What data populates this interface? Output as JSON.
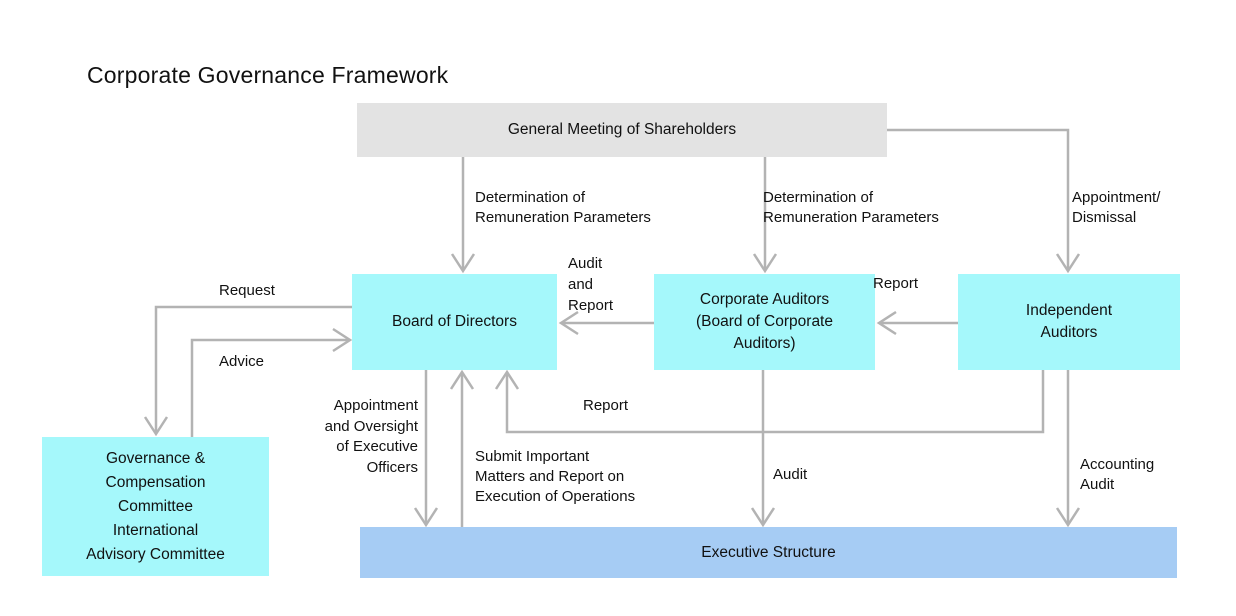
{
  "title": "Corporate Governance Framework",
  "nodes": {
    "general_meeting": {
      "label": "General Meeting of Shareholders"
    },
    "board": {
      "label": "Board of Directors"
    },
    "corporate_auditors": {
      "label": "Corporate Auditors\n(Board of Corporate\nAuditors)"
    },
    "independent_auditors": {
      "label": "Independent\nAuditors"
    },
    "governance_committee": {
      "label": "Governance &\nCompensation\nCommittee\nInternational\nAdvisory Committee"
    },
    "executive_structure": {
      "label": "Executive Structure"
    }
  },
  "edge_labels": {
    "determination_left": "Determination of\nRemuneration Parameters",
    "determination_right": "Determination of\nRemuneration Parameters",
    "appointment_dismissal": "Appointment/\nDismissal",
    "audit_and_report": "Audit\nand\nReport",
    "report_independent_to_corporate": "Report",
    "request": "Request",
    "advice": "Advice",
    "appointment_oversight": "Appointment\nand Oversight\nof Executive\nOfficers",
    "submit_important": "Submit Important\nMatters and Report on\nExecution of Operations",
    "report_to_board": "Report",
    "audit": "Audit",
    "accounting_audit": "Accounting\nAudit"
  },
  "colors": {
    "node_cyan": "#a5f8fb",
    "node_blue": "#a6ccf4",
    "node_gray": "#e3e3e3",
    "connector_gray": "#b3b3b3",
    "text": "#111111"
  }
}
